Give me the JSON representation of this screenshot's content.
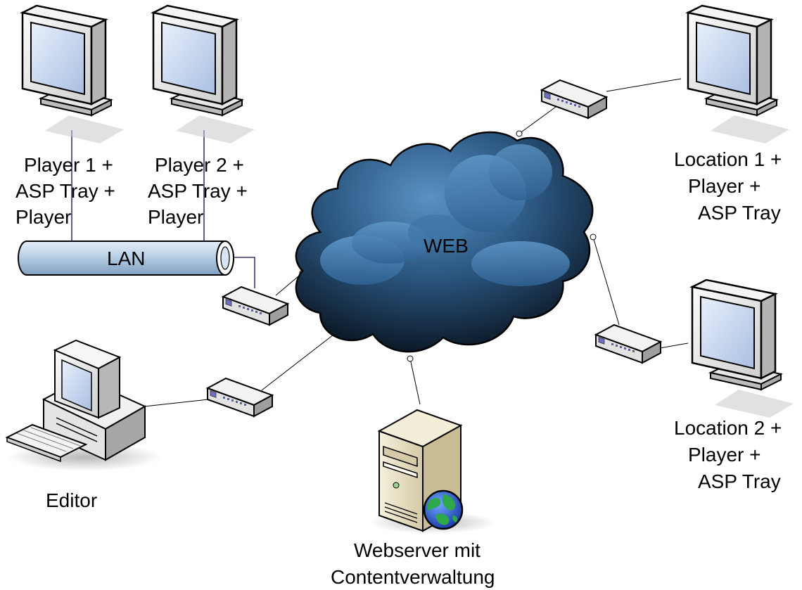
{
  "labels": {
    "player1": [
      "Player 1 +",
      "ASP Tray +",
      "Player"
    ],
    "player2": [
      "Player 2 +",
      "ASP Tray +",
      "Player"
    ],
    "location1": [
      "Location 1 +",
      "Player +",
      "ASP Tray"
    ],
    "location2": [
      "Location 2 +",
      "Player +",
      "ASP Tray"
    ],
    "lan": "LAN",
    "web": "WEB",
    "editor": "Editor",
    "webserver": [
      "Webserver mit",
      "Contentverwaltung"
    ]
  },
  "colors": {
    "line": "#000000",
    "lan_connector": "#3d3470",
    "cloud_dark": "#0a1624",
    "cloud_light": "#4f87b8",
    "pipe": "#b8cfe6",
    "monitor_frame": "#e9e9e9",
    "screen": "#c7d7ef",
    "server_body": "#ece3c8"
  },
  "icons": {
    "monitors": [
      "monitor-icon",
      "monitor-icon",
      "monitor-icon",
      "monitor-icon"
    ],
    "modems": [
      "modem-icon",
      "modem-icon",
      "modem-icon",
      "modem-icon",
      "modem-icon"
    ],
    "cloud": "cloud-icon",
    "workstation": "workstation-icon",
    "server": "server-icon",
    "globe": "globe-icon"
  }
}
